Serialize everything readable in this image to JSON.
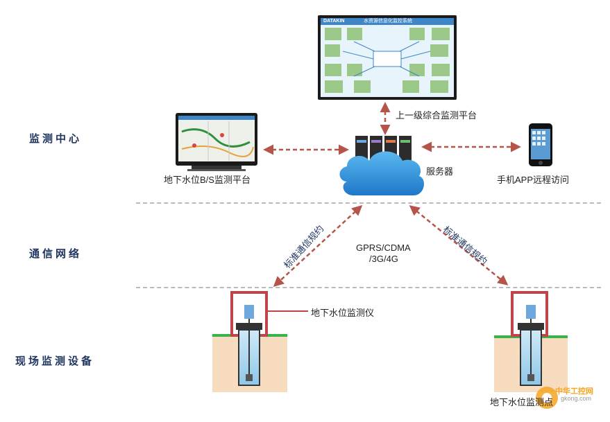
{
  "sections": {
    "monitoring_center": "监测中心",
    "communication_network": "通信网络",
    "field_equipment": "现场监测设备"
  },
  "nodes": {
    "upper_platform": "上一级综合监测平台",
    "bs_platform": "地下水位B/S监测平台",
    "server": "服务器",
    "mobile_app": "手机APP远程访问",
    "monitor_device": "地下水位监测仪",
    "monitor_point": "地下水位监测点"
  },
  "network": {
    "protocol_left": "标准通信规约",
    "protocol_right": "标准通信规约",
    "transport_line1": "GPRS/CDMA",
    "transport_line2": "/3G/4G"
  },
  "big_screen": {
    "brand": "DATAKIN",
    "title": "水资源信息化监控系统"
  },
  "watermark": {
    "text": "中华工控网",
    "url": "gkong.com"
  },
  "colors": {
    "arrow": "#b5554a",
    "section_text": "#1f3560",
    "cloud": "#2b90d9",
    "well_box": "#c0444a",
    "ground": "#f7dcc0",
    "grass": "#3bb34a"
  }
}
